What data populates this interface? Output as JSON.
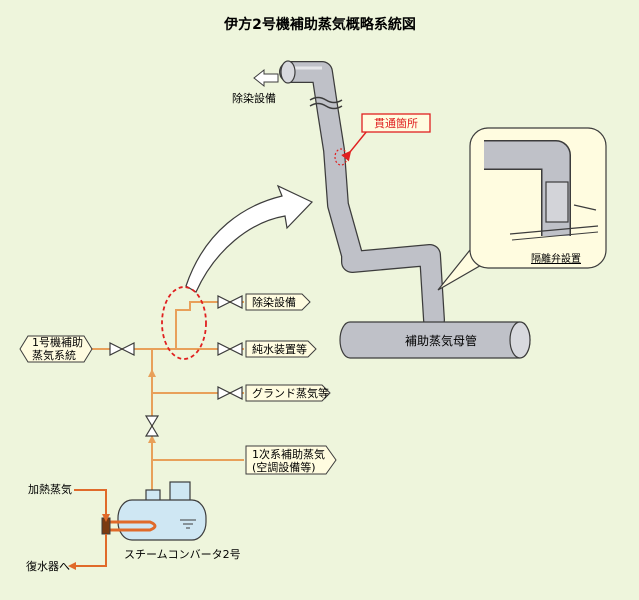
{
  "title": "伊方2号機補助蒸気概略系統図",
  "labels": {
    "decontamination_top": "除染設備",
    "penetration": "貫通箇所",
    "isolation_valve": "隔離弁設置",
    "header": "補助蒸気母管",
    "unit1": [
      "1号機補助",
      "蒸気系統"
    ],
    "decontamination_branch": "除染設備",
    "pure_water": "純水装置等",
    "gland_steam": "グランド蒸気等",
    "primary_aux": [
      "1次系補助蒸気",
      "(空調設備等)"
    ],
    "heating_steam": "加熱蒸気",
    "to_condenser": "復水器へ",
    "steam_converter": "スチームコンバータ2号"
  },
  "colors": {
    "background": "#eef5dc",
    "steam_line": "#e8a05a",
    "heating_line": "#e06a2a",
    "pipe_fill": "#bfc1c8",
    "tag_fill": "#fffce0",
    "callout_fill": "#fffce0",
    "highlight": "#e02020"
  }
}
